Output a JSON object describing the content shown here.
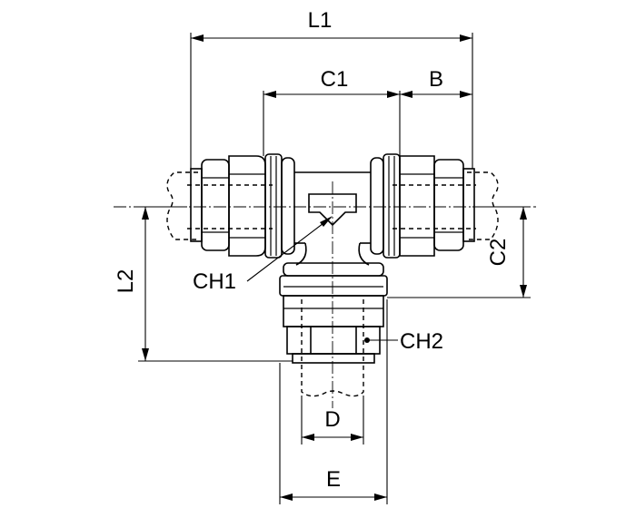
{
  "diagram": {
    "labels": {
      "L1": "L1",
      "C1": "C1",
      "B": "B",
      "C2": "C2",
      "L2": "L2",
      "CH1": "CH1",
      "CH2": "CH2",
      "D": "D",
      "E": "E"
    }
  }
}
